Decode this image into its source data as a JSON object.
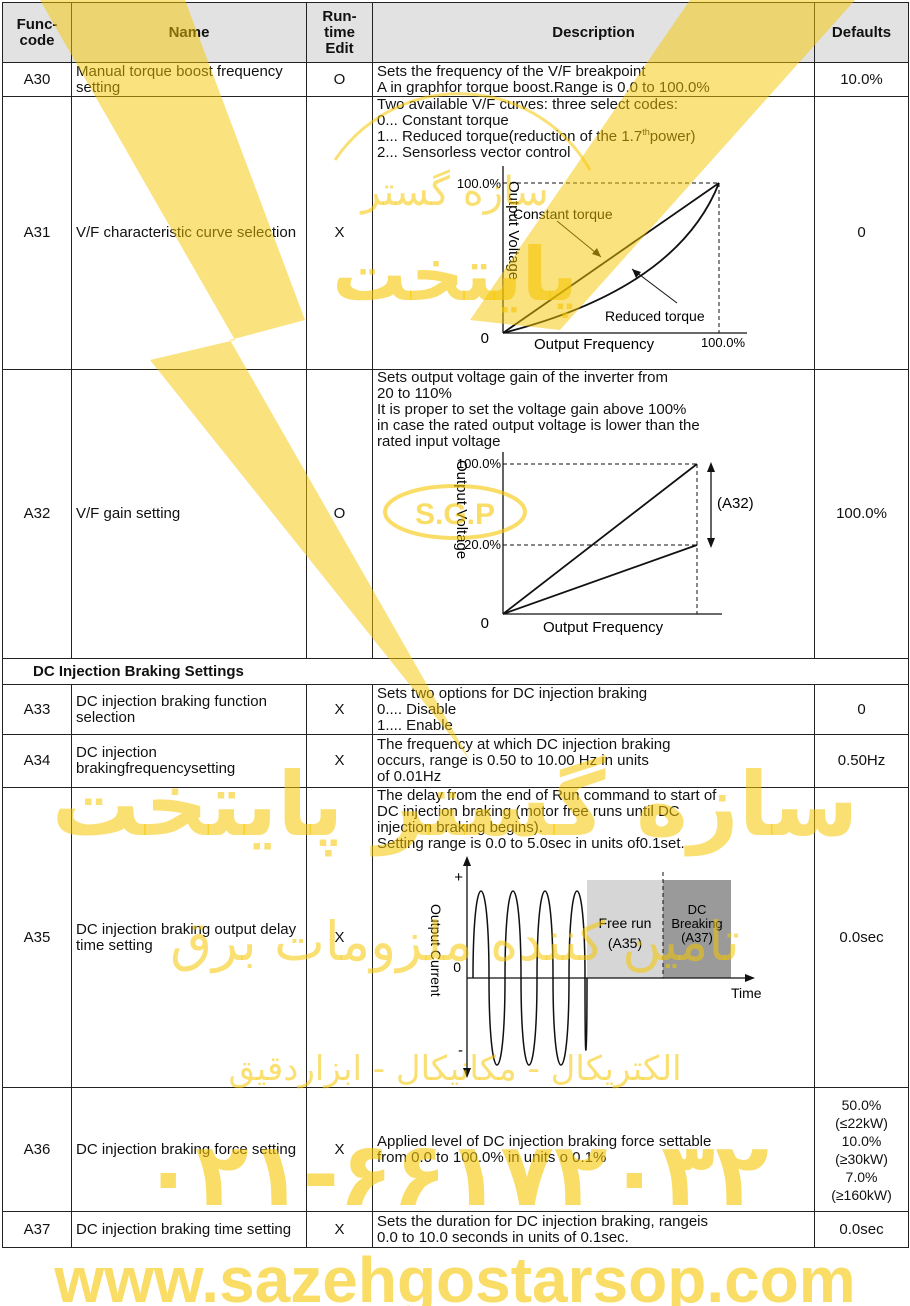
{
  "table": {
    "headers": {
      "code": "Func-\ncode",
      "name": "Name",
      "edit": "Run-\ntime\nEdit",
      "description": "Description",
      "defaults": "Defaults"
    },
    "section_dc": "DC Injection Braking Settings",
    "rows": {
      "a30": {
        "code": "A30",
        "name": "Manual torque boost frequency setting",
        "edit": "O",
        "desc": [
          "Sets the frequency of the V/F breakpoint",
          "A in graphfor torque boost.Range is 0.0 to 100.0%"
        ],
        "default": "10.0%"
      },
      "a31": {
        "code": "A31",
        "name": "V/F characteristic curve selection",
        "edit": "X",
        "desc": [
          "Two available V/F curves: three select codes:",
          "0... Constant torque",
          "1... Reduced torque(reduction of the 1.7",
          "th",
          "power)",
          "2... Sensorless vector control"
        ],
        "default": "0",
        "chart": {
          "y_top": "100.0%",
          "origin": "0",
          "x_right": "100.0%",
          "ylabel": "Output Voltage",
          "xlabel": "Output Frequency",
          "label_constant": "Constant torque",
          "label_reduced": "Reduced torque"
        }
      },
      "a32": {
        "code": "A32",
        "name": "V/F gain setting",
        "edit": "O",
        "desc": [
          "Sets output voltage gain of the inverter from",
          "20 to 110%",
          "It is proper to set the voltage gain above 100%",
          "in case the rated output voltage is lower than the",
          "rated input voltage"
        ],
        "default": "100.0%",
        "chart": {
          "y_top": "100.0%",
          "y_low": "20.0%",
          "origin": "0",
          "ylabel": "Output Voltage",
          "xlabel": "Output Frequency",
          "range_label": "(A32)"
        }
      },
      "a33": {
        "code": "A33",
        "name": "DC injection braking function selection",
        "edit": "X",
        "desc": [
          "Sets two options for DC injection braking",
          "0.... Disable",
          "1.... Enable"
        ],
        "default": "0"
      },
      "a34": {
        "code": "A34",
        "name": "DC injection brakingfrequencysetting",
        "edit": "X",
        "desc": [
          "The frequency at which DC injection braking",
          "occurs,    range is 0.50 to 10.00 Hz in units",
          "of 0.01Hz"
        ],
        "default": "0.50Hz"
      },
      "a35": {
        "code": "A35",
        "name": "DC injection braking output delay time setting",
        "edit": "X",
        "desc": [
          "The delay from the end of Run command to start of",
          "DC injection braking (motor free runs until DC",
          "injection braking begins).",
          "Setting range is 0.0 to 5.0sec in units of0.1set."
        ],
        "default": "0.0sec",
        "chart": {
          "plus": "+",
          "minus": "-",
          "origin": "0",
          "ylabel": "Output Current",
          "xlabel": "Time",
          "free_run": "Free run",
          "free_run_code": "(A35)",
          "dc_braking_1": "DC",
          "dc_braking_2": "Breaking",
          "dc_braking_code": "(A37)"
        }
      },
      "a36": {
        "code": "A36",
        "name": "DC injection braking force setting",
        "edit": "X",
        "desc": [
          "Applied level of DC injection braking force settable",
          "from 0.0 to 100.0% in units o 0.1%"
        ],
        "defaults": [
          "50.0%",
          "(≤22kW)",
          "10.0%",
          "(≥30kW)",
          "7.0%",
          "(≥160kW)"
        ]
      },
      "a37": {
        "code": "A37",
        "name": "DC injection braking time setting",
        "edit": "X",
        "desc": [
          "Sets the duration for DC injection braking, rangeis",
          "0.0 to 10.0 seconds in units of 0.1sec."
        ],
        "default": "0.0sec"
      }
    }
  },
  "watermark": {
    "persian_1": "سازه گستر",
    "persian_2": "پایتخت",
    "badge": "S.G.P",
    "company": "سازه گستر پایتخت",
    "tagline": "تامین کننده ملزومات برق",
    "tagline2": "الکتریکال - مکانیکال - ابزاردقیق",
    "phone": "۰۲۱-۶۶۱۷۲۰۳۲",
    "website": "www.sazehgostarsop.com",
    "color": "#f5c600"
  }
}
